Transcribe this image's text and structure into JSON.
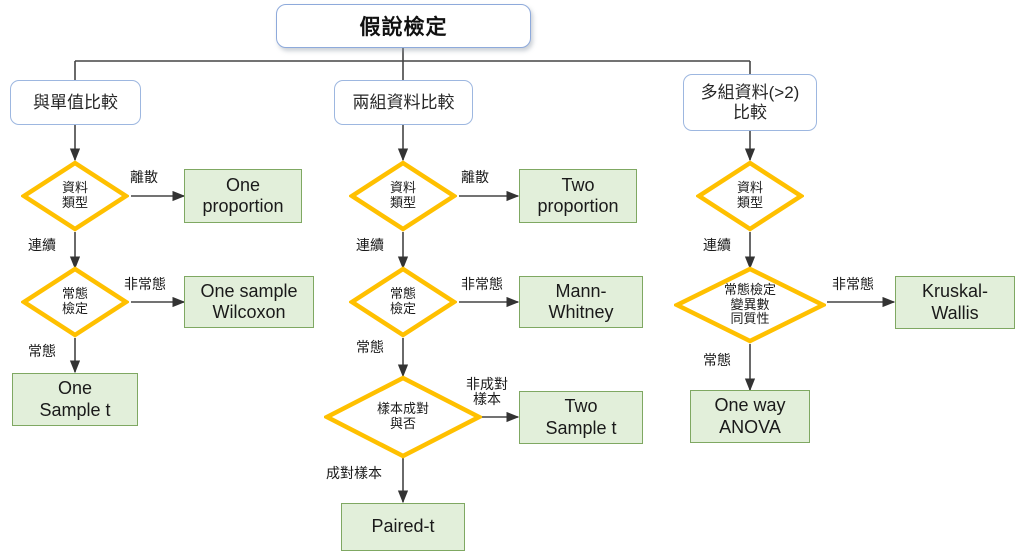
{
  "diagram": {
    "title_node": {
      "label": "假說檢定"
    },
    "categories": [
      {
        "id": "cat-single-value",
        "label": "與單值比較"
      },
      {
        "id": "cat-two-groups",
        "label": "兩組資料比較"
      },
      {
        "id": "cat-multi-groups",
        "label": "多組資料(>2)\n比較"
      }
    ],
    "decisions": [
      {
        "id": "c1-data-type",
        "label": "資料\n類型"
      },
      {
        "id": "c1-normality",
        "label": "常態\n檢定"
      },
      {
        "id": "c2-data-type",
        "label": "資料\n類型"
      },
      {
        "id": "c2-normality",
        "label": "常態\n檢定"
      },
      {
        "id": "c2-paired",
        "label": "樣本成對\n與否"
      },
      {
        "id": "c3-data-type",
        "label": "資料\n類型"
      },
      {
        "id": "c3-normality",
        "label": "常態檢定\n變異數\n同質性"
      }
    ],
    "results": [
      {
        "id": "one-proportion",
        "label": "One\nproportion"
      },
      {
        "id": "one-sample-wilcoxon",
        "label": "One sample\nWilcoxon"
      },
      {
        "id": "one-sample-t",
        "label": "One\nSample t"
      },
      {
        "id": "two-proportion",
        "label": "Two\nproportion"
      },
      {
        "id": "mann-whitney",
        "label": "Mann-\nWhitney"
      },
      {
        "id": "two-sample-t",
        "label": "Two\nSample t"
      },
      {
        "id": "paired-t",
        "label": "Paired-t"
      },
      {
        "id": "kruskal-wallis",
        "label": "Kruskal-\nWallis"
      },
      {
        "id": "one-way-anova",
        "label": "One way\nANOVA"
      }
    ],
    "edge_labels": [
      {
        "id": "c1-discrete",
        "label": "離散"
      },
      {
        "id": "c1-continuous",
        "label": "連續"
      },
      {
        "id": "c1-non-normal",
        "label": "非常態"
      },
      {
        "id": "c1-normal",
        "label": "常態"
      },
      {
        "id": "c2-discrete",
        "label": "離散"
      },
      {
        "id": "c2-continuous",
        "label": "連續"
      },
      {
        "id": "c2-non-normal",
        "label": "非常態"
      },
      {
        "id": "c2-normal",
        "label": "常態"
      },
      {
        "id": "c2-unpaired",
        "label": "非成對\n樣本"
      },
      {
        "id": "c2-paired-lbl",
        "label": "成對樣本"
      },
      {
        "id": "c3-continuous",
        "label": "連續"
      },
      {
        "id": "c3-non-normal",
        "label": "非常態"
      },
      {
        "id": "c3-normal",
        "label": "常態"
      }
    ],
    "colors": {
      "diamond_outline": "#FFC000",
      "result_fill": "#E2EFDA",
      "result_border": "#7FA862",
      "node_border": "#9DB7E0",
      "title_border": "#8EAADB",
      "connector": "#404040",
      "background": "#FFFFFF"
    }
  }
}
